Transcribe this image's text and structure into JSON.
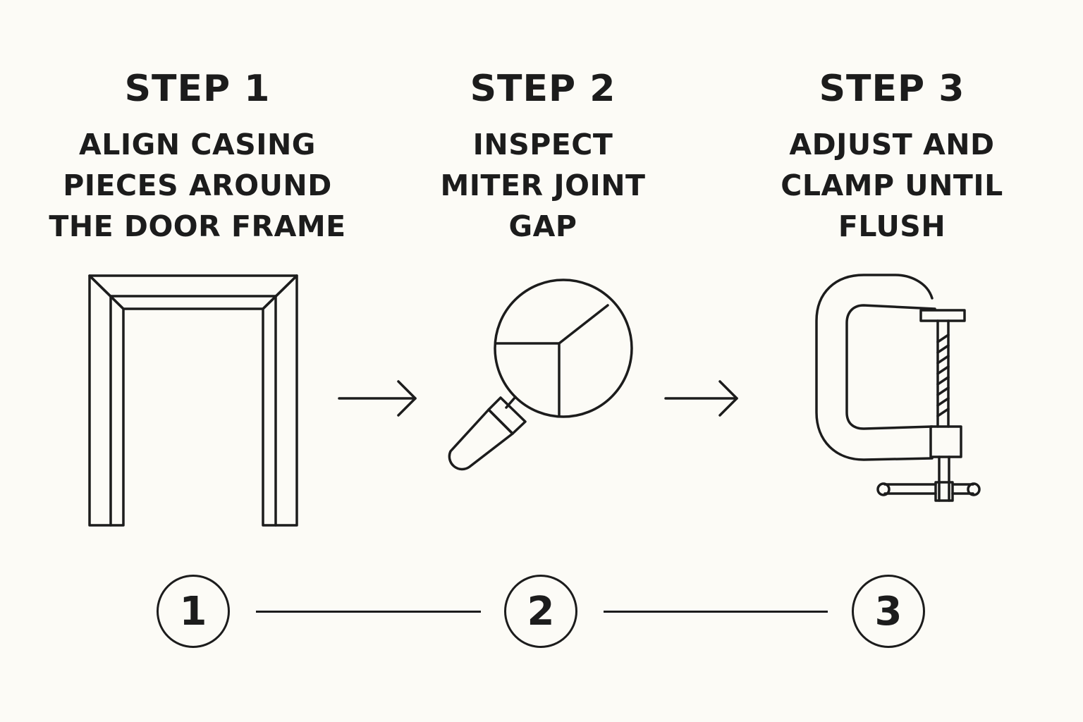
{
  "steps": [
    {
      "title": "STEP 1",
      "lines": [
        "ALIGN CASING",
        "PIECES AROUND",
        "THE DOOR FRAME"
      ],
      "number": "1",
      "icon": "door-frame-casing-icon"
    },
    {
      "title": "STEP 2",
      "lines": [
        "INSPECT",
        "MITER JOINT",
        "GAP"
      ],
      "number": "2",
      "icon": "magnifying-glass-icon"
    },
    {
      "title": "STEP 3",
      "lines": [
        "ADJUST AND",
        "CLAMP UNTIL",
        "FLUSH"
      ],
      "number": "3",
      "icon": "c-clamp-icon"
    }
  ],
  "colors": {
    "background": "#fcfbf6",
    "ink": "#1c1c1c"
  }
}
